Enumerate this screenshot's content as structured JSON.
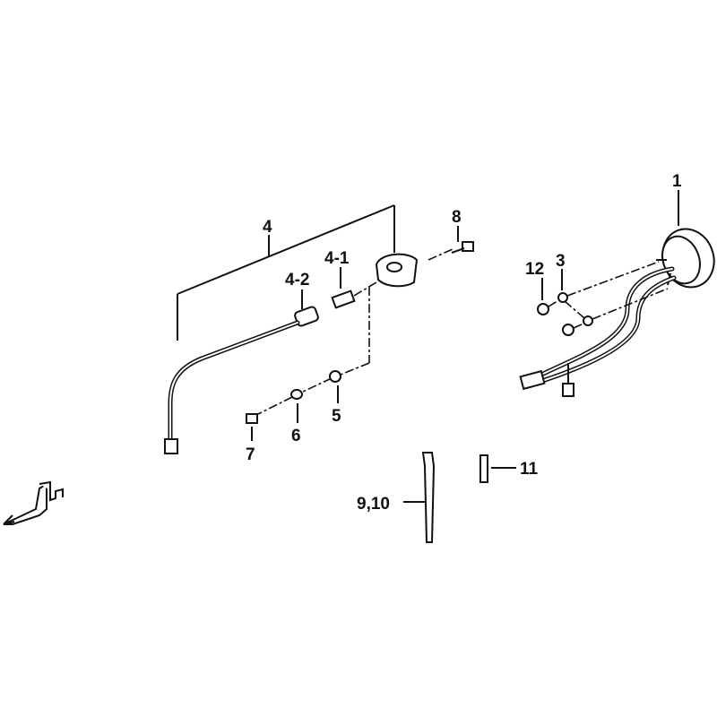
{
  "labels": {
    "part_1": "1",
    "part_3": "3",
    "part_12": "12",
    "part_8": "8",
    "part_4": "4",
    "part_4_1": "4-1",
    "part_4_2": "4-2",
    "part_5": "5",
    "part_6": "6",
    "part_7": "7",
    "part_9_10": "9,10",
    "part_11": "11"
  },
  "front_marker": "F"
}
